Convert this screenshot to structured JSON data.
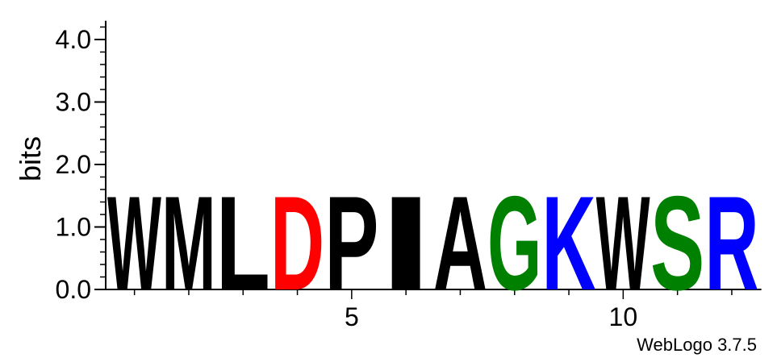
{
  "chart_data": {
    "type": "sequence-logo",
    "ylabel": "bits",
    "ylim": [
      0,
      4.3
    ],
    "y_ticks": [
      "0.0",
      "1.0",
      "2.0",
      "3.0",
      "4.0"
    ],
    "x_ticks": [
      {
        "position": 5,
        "label": "5"
      },
      {
        "position": 10,
        "label": "10"
      }
    ],
    "positions": [
      {
        "position": 1,
        "letter": "W",
        "bits": 1.78,
        "color": "#000000"
      },
      {
        "position": 2,
        "letter": "M",
        "bits": 1.78,
        "color": "#000000"
      },
      {
        "position": 3,
        "letter": "L",
        "bits": 1.78,
        "color": "#000000"
      },
      {
        "position": 4,
        "letter": "D",
        "bits": 1.78,
        "color": "#ff0000"
      },
      {
        "position": 5,
        "letter": "P",
        "bits": 1.78,
        "color": "#000000"
      },
      {
        "position": 6,
        "letter": "I",
        "bits": 1.78,
        "color": "#000000"
      },
      {
        "position": 7,
        "letter": "A",
        "bits": 1.78,
        "color": "#000000"
      },
      {
        "position": 8,
        "letter": "G",
        "bits": 1.78,
        "color": "#008000"
      },
      {
        "position": 9,
        "letter": "K",
        "bits": 1.78,
        "color": "#0000ff"
      },
      {
        "position": 10,
        "letter": "W",
        "bits": 1.78,
        "color": "#000000"
      },
      {
        "position": 11,
        "letter": "S",
        "bits": 1.78,
        "color": "#008000"
      },
      {
        "position": 12,
        "letter": "R",
        "bits": 1.78,
        "color": "#0000ff"
      }
    ]
  },
  "footer": {
    "credit": "WebLogo 3.7.5"
  }
}
